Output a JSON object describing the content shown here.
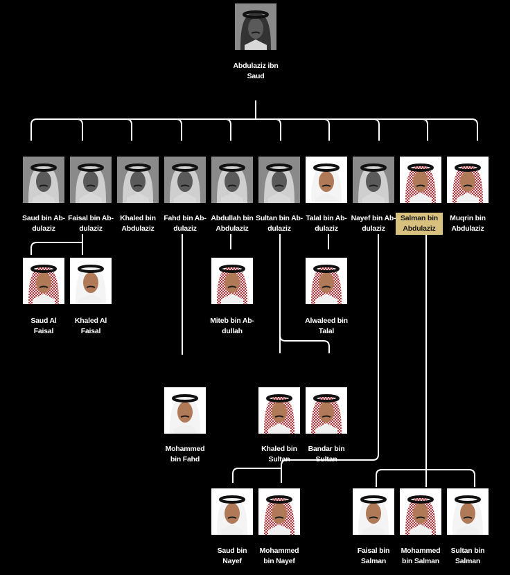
{
  "colors": {
    "background": "#000000",
    "line": "#ffffff",
    "highlight": "#d8c07e"
  },
  "nodes": {
    "abdulaziz": {
      "line1": "Abdulaziz ibn",
      "line2": "Saud",
      "tone": "grayscale",
      "headwear": "dark"
    },
    "saud": {
      "line1": "Saud bin Ab-",
      "line2": "dulaziz",
      "tone": "grayscale",
      "headwear": "white"
    },
    "faisal": {
      "line1": "Faisal bin Ab-",
      "line2": "dulaziz",
      "tone": "grayscale",
      "headwear": "white"
    },
    "khaled": {
      "line1": "Khaled bin",
      "line2": "Abdulaziz",
      "tone": "grayscale",
      "headwear": "white"
    },
    "fahd": {
      "line1": "Fahd bin Ab-",
      "line2": "dulaziz",
      "tone": "grayscale",
      "headwear": "white"
    },
    "abdullah": {
      "line1": "Abdullah bin",
      "line2": "Abdulaziz",
      "tone": "grayscale",
      "headwear": "white"
    },
    "sultan": {
      "line1": "Sultan bin Ab-",
      "line2": "dulaziz",
      "tone": "grayscale",
      "headwear": "white"
    },
    "talal": {
      "line1": "Talal bin Ab-",
      "line2": "dulaziz",
      "tone": "color",
      "headwear": "white"
    },
    "nayef": {
      "line1": "Nayef bin Ab-",
      "line2": "dulaziz",
      "tone": "grayscale",
      "headwear": "white"
    },
    "salman": {
      "line1": "Salman bin",
      "line2": "Abdulaziz",
      "tone": "color",
      "headwear": "red",
      "highlighted": true
    },
    "muqrin": {
      "line1": "Muqrin bin",
      "line2": "Abdulaziz",
      "tone": "color",
      "headwear": "red"
    },
    "saud_al_faisal": {
      "line1": "Saud Al",
      "line2": "Faisal",
      "tone": "color",
      "headwear": "red"
    },
    "khaled_al_faisal": {
      "line1": "Khaled Al",
      "line2": "Faisal",
      "tone": "color",
      "headwear": "white"
    },
    "miteb": {
      "line1": "Miteb bin Ab-",
      "line2": "dullah",
      "tone": "color",
      "headwear": "red"
    },
    "alwaleed": {
      "line1": "Alwaleed bin",
      "line2": "Talal",
      "tone": "color",
      "headwear": "red"
    },
    "mohammed_bin_fahd": {
      "line1": "Mohammed",
      "line2": "bin Fahd",
      "tone": "color",
      "headwear": "white"
    },
    "khaled_bin_sultan": {
      "line1": "Khaled bin",
      "line2": "Sultan",
      "tone": "color",
      "headwear": "red"
    },
    "bandar": {
      "line1": "Bandar bin",
      "line2": "Sultan",
      "tone": "color",
      "headwear": "red"
    },
    "saud_bin_nayef": {
      "line1": "Saud bin",
      "line2": "Nayef",
      "tone": "color",
      "headwear": "white"
    },
    "mohammed_bin_nayef": {
      "line1": "Mohammed",
      "line2": "bin Nayef",
      "tone": "color",
      "headwear": "red"
    },
    "faisal_bin_salman": {
      "line1": "Faisal bin",
      "line2": "Salman",
      "tone": "color",
      "headwear": "white"
    },
    "mohammed_bin_salman": {
      "line1": "Mohammed",
      "line2": "bin Salman",
      "tone": "color",
      "headwear": "red"
    },
    "sultan_bin_salman": {
      "line1": "Sultan bin",
      "line2": "Salman",
      "tone": "color",
      "headwear": "white"
    }
  }
}
